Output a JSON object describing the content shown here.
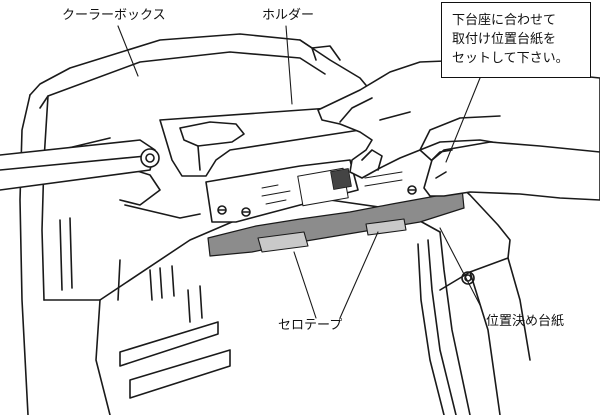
{
  "labels": {
    "cooler_box": "クーラーボックス",
    "holder": "ホルダー",
    "cello_tape": "セロテープ",
    "positioning_sheet": "位置決め台紙"
  },
  "callout": {
    "lines": [
      "下台座に合わせて",
      "取付け位置台紙を",
      "セットして下さい。"
    ]
  },
  "colors": {
    "line": "#1a1a1a",
    "sheet_fill": "#8c8c8c",
    "tape_fill": "#c9c9c9",
    "skin_fill": "#ffffff"
  }
}
